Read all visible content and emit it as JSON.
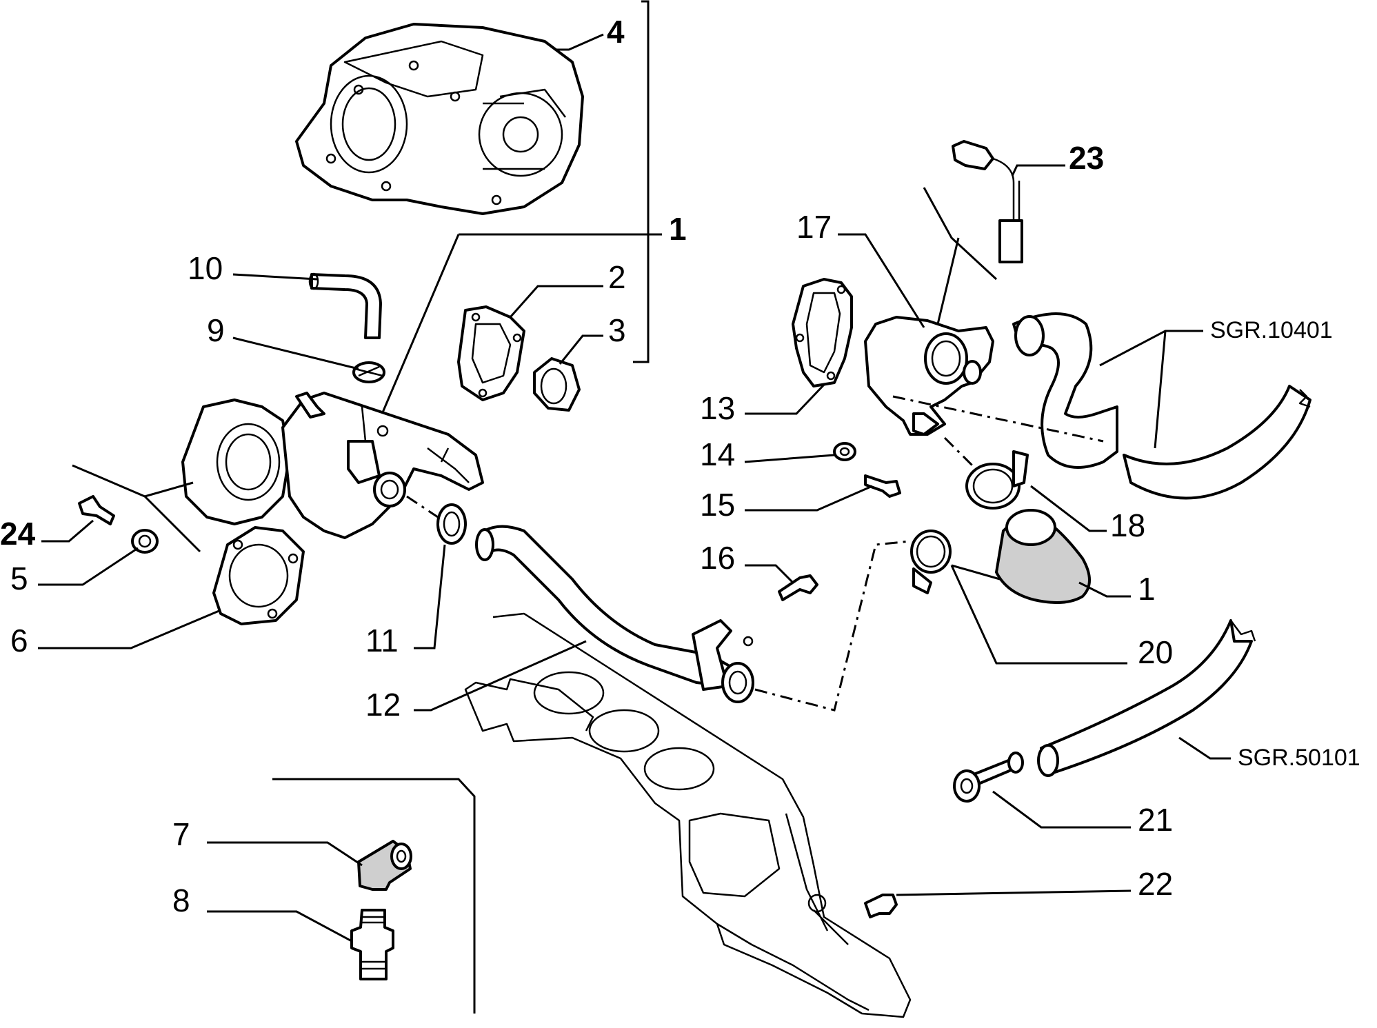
{
  "diagram": {
    "labels": {
      "l1a": "1",
      "l1b": "1",
      "l2": "2",
      "l3": "3",
      "l4": "4",
      "l5": "5",
      "l6": "6",
      "l7": "7",
      "l8": "8",
      "l9": "9",
      "l10": "10",
      "l11": "11",
      "l12": "12",
      "l13": "13",
      "l14": "14",
      "l15": "15",
      "l16": "16",
      "l17": "17",
      "l18": "18",
      "l20": "20",
      "l21": "21",
      "l22": "22",
      "l23": "23",
      "l24": "24"
    },
    "references": {
      "sgr_a": "SGR.10401",
      "sgr_b": "SGR.50101"
    }
  }
}
